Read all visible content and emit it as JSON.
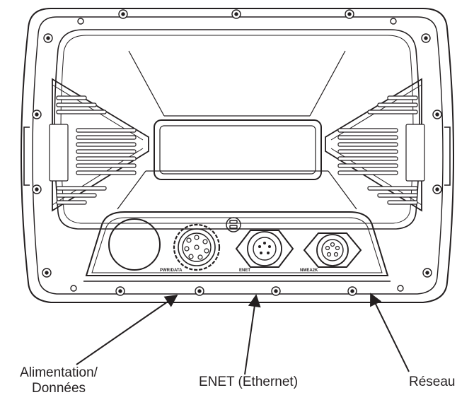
{
  "callouts": {
    "power_data_line1": "Alimentation/",
    "power_data_line2": "Données",
    "ethernet": "ENET (Ethernet)",
    "network": "Réseau"
  },
  "port_labels": {
    "power": "PWR/DATA",
    "enet": "ENET",
    "nmea": "NMEA2K"
  },
  "colors": {
    "line": "#231f20",
    "background": "#ffffff"
  }
}
